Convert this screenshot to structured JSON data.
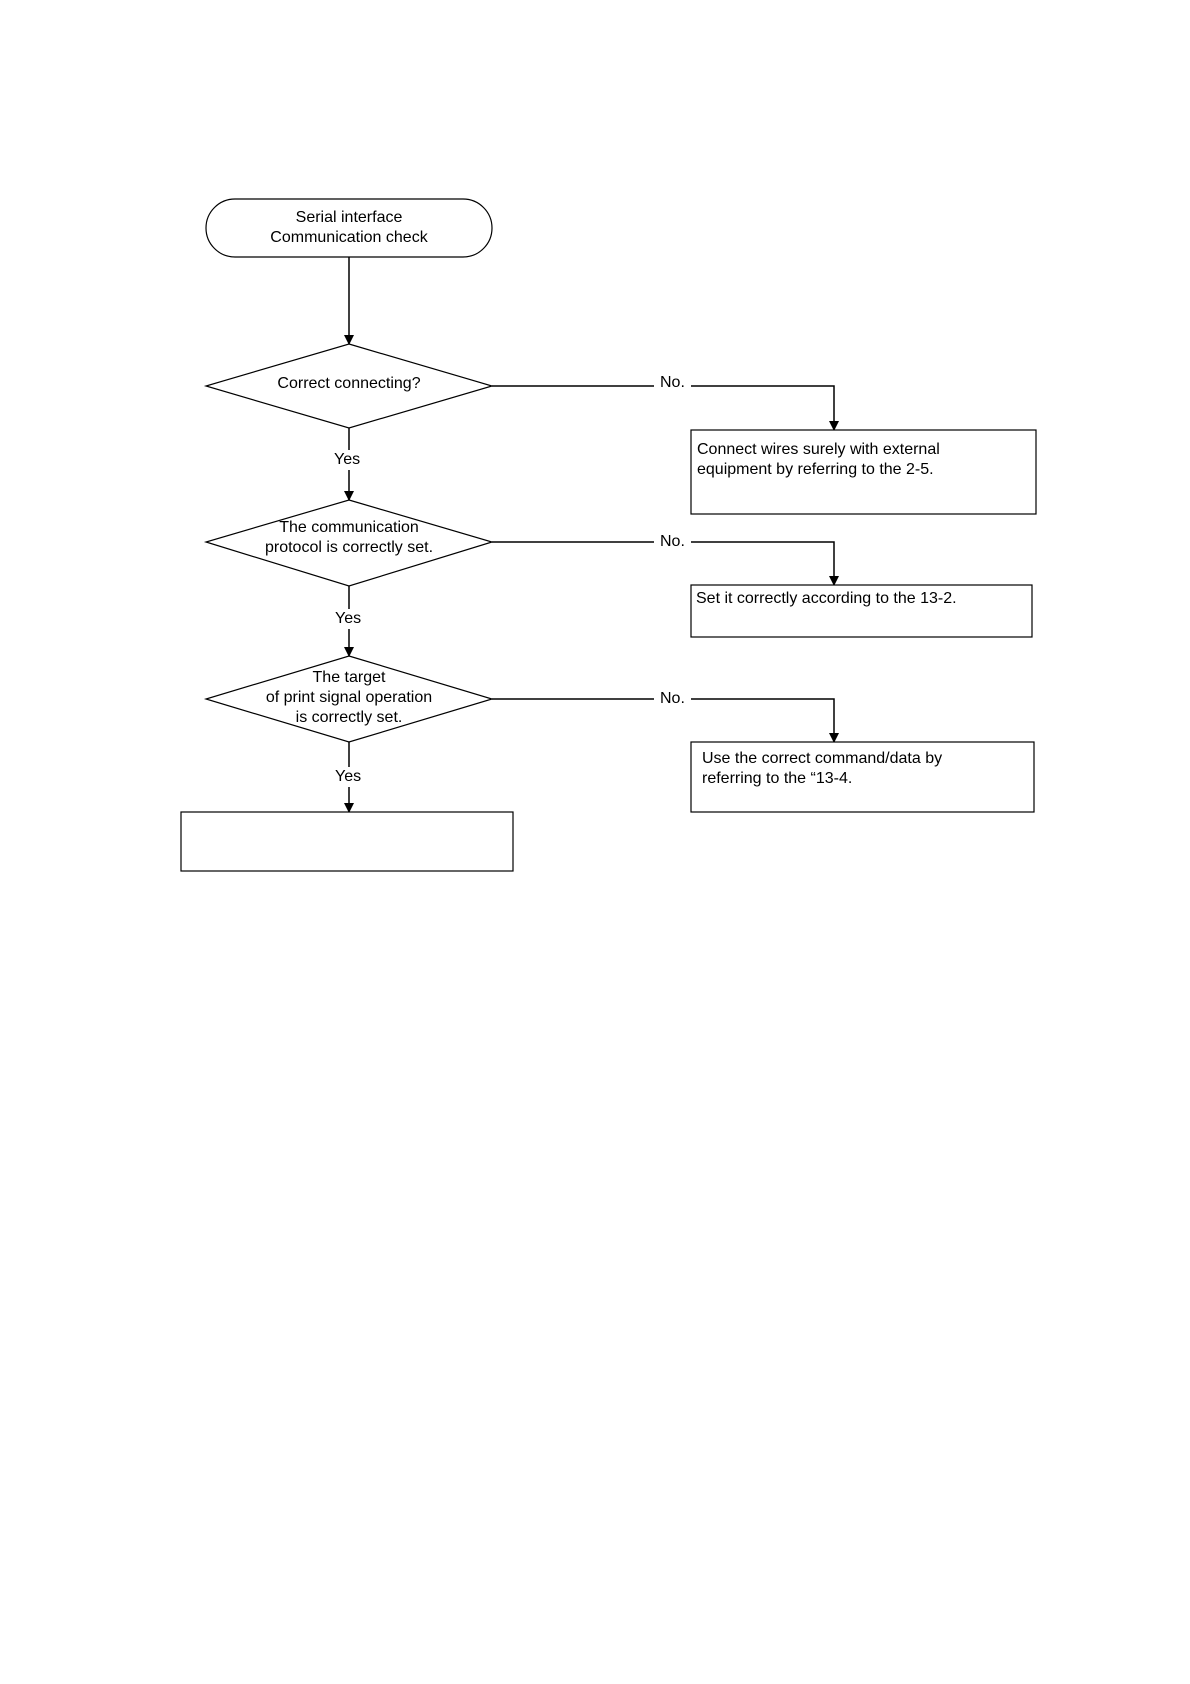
{
  "flowchart": {
    "start": {
      "line1": "Serial interface",
      "line2": "Communication check"
    },
    "decision1": {
      "text": "Correct connecting?",
      "yes": "Yes",
      "no": "No.",
      "no_action": {
        "line1": "Connect wires surely with external",
        "line2": "equipment by referring to the 2-5."
      }
    },
    "decision2": {
      "line1": "The communication",
      "line2": "protocol is correctly set.",
      "yes": "Yes",
      "no": "No.",
      "no_action": {
        "line1": "Set it correctly according to the 13-2."
      }
    },
    "decision3": {
      "line1": "The target",
      "line2": "of print signal operation",
      "line3": "is correctly set.",
      "yes": "Yes",
      "no": "No.",
      "no_action": {
        "line1": "Use the correct command/data by",
        "line2": "referring to the “13-4."
      }
    },
    "end_box": {
      "text": ""
    }
  }
}
